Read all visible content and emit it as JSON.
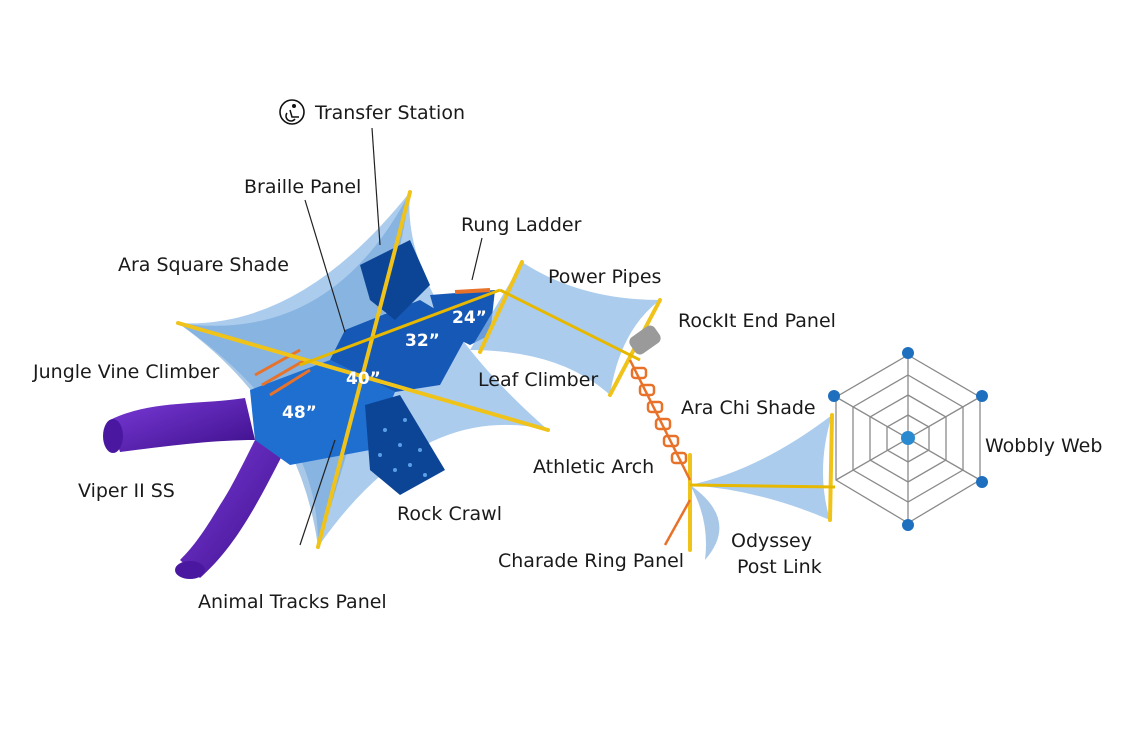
{
  "labels": {
    "transfer_station": "Transfer Station",
    "braille_panel": "Braille Panel",
    "rung_ladder": "Rung Ladder",
    "ara_square_shade": "Ara Square Shade",
    "power_pipes": "Power Pipes",
    "rockit_end_panel": "RockIt End Panel",
    "jungle_vine_climber": "Jungle Vine Climber",
    "leaf_climber": "Leaf Climber",
    "ara_chi_shade": "Ara Chi Shade",
    "wobbly_web": "Wobbly Web",
    "viper_ii_ss": "Viper II SS",
    "athletic_arch": "Athletic Arch",
    "rock_crawl": "Rock Crawl",
    "odyssey_post_link_line1": "Odyssey",
    "odyssey_post_link_line2": "Post Link",
    "charade_ring_panel": "Charade Ring Panel",
    "animal_tracks_panel": "Animal Tracks Panel"
  },
  "deck_heights": {
    "h48": "48”",
    "h40": "40”",
    "h32": "32”",
    "h24": "24”"
  },
  "colors": {
    "shade": "#8ab8e6",
    "deck": "#1f6fd0",
    "post": "#f0c31a",
    "slide": "#5a1fb0",
    "arch": "#e8722a"
  },
  "icons": {
    "transfer_station": "wheelchair-accessibility-icon"
  }
}
